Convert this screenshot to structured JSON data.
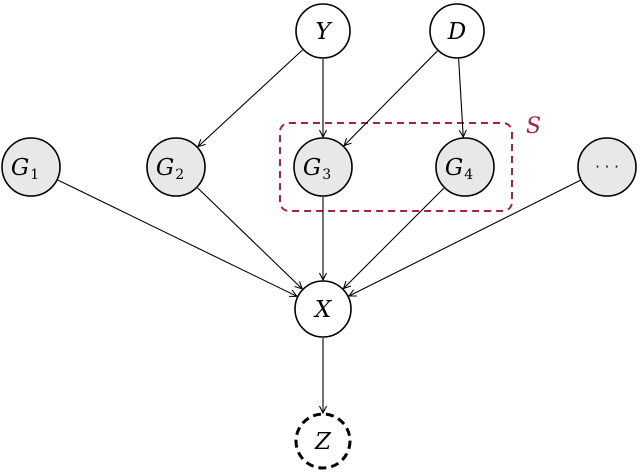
{
  "nodes": {
    "Y": {
      "label": "Y"
    },
    "D": {
      "label": "D"
    },
    "G1": {
      "label": "G",
      "sub": "1"
    },
    "G2": {
      "label": "G",
      "sub": "2"
    },
    "G3": {
      "label": "G",
      "sub": "3"
    },
    "G4": {
      "label": "G",
      "sub": "4"
    },
    "dots": {
      "label": "· · ·"
    },
    "X": {
      "label": "X"
    },
    "Z": {
      "label": "Z"
    }
  },
  "set": {
    "label": "S",
    "color": "#a0234a"
  },
  "colors": {
    "observed_fill": "#e8e8e8",
    "latent_fill": "#ffffff",
    "stroke": "#000000",
    "set_box": "#a0234a"
  },
  "edges": [
    [
      "Y",
      "G2"
    ],
    [
      "Y",
      "G3"
    ],
    [
      "D",
      "G3"
    ],
    [
      "D",
      "G4"
    ],
    [
      "G1",
      "X"
    ],
    [
      "G2",
      "X"
    ],
    [
      "G3",
      "X"
    ],
    [
      "G4",
      "X"
    ],
    [
      "dots",
      "X"
    ],
    [
      "X",
      "Z"
    ]
  ]
}
